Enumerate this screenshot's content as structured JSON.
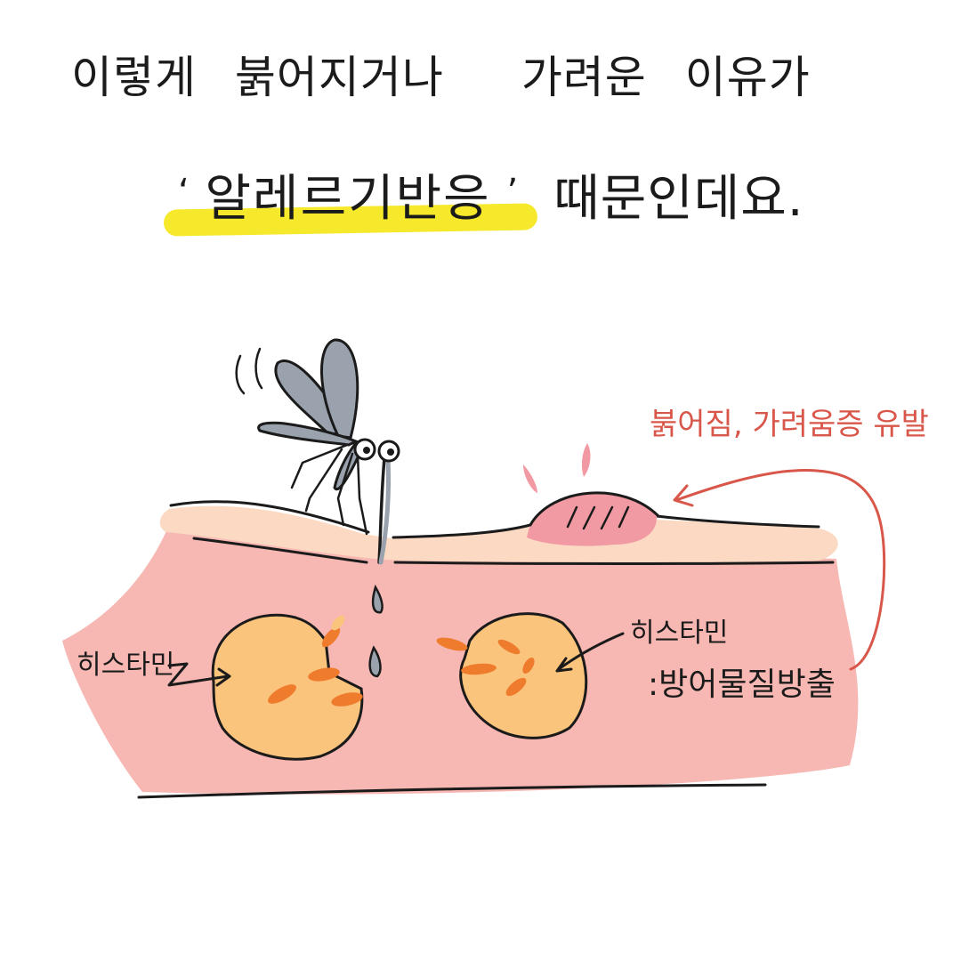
{
  "caption": {
    "line1_words": [
      "이렇게",
      "붉어지거나",
      "가려운",
      "이유가"
    ],
    "line2_highlight_words": [
      "알레르기",
      "반응"
    ],
    "line2_quote_open": "‘",
    "line2_quote_close": "’",
    "line2_suffix": "때문인데요."
  },
  "diagram": {
    "labels": {
      "reaction": "붉어짐, 가려움증 유발",
      "histamine_left": "히스타민",
      "histamine_right": "히스타민",
      "histamine_right_desc": ":방어물질방출"
    }
  },
  "colors": {
    "highlight": "#f6e82a",
    "skin_surface": "#fbd9c2",
    "tissue": "#f7b7b2",
    "cell": "#fbc47d",
    "granule": "#ef7b2c",
    "mosquito": "#9aa3ad",
    "bump": "#f29aa3",
    "arrow_red": "#d9574a"
  }
}
